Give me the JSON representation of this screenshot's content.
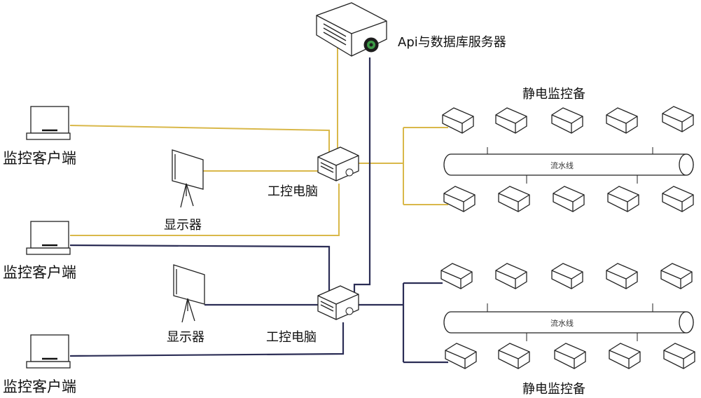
{
  "labels": {
    "server": "Api与数据库服务器",
    "monitor_devices_top": "静电监控备",
    "monitor_devices_bottom": "静电监控备",
    "ipc_top": "工控电脑",
    "ipc_bottom": "工控电脑",
    "display_top": "显示器",
    "display_bottom": "显示器",
    "client_1": "监控客户端",
    "client_2": "监控客户端",
    "client_3": "监控客户端",
    "pipeline_top": "流水线",
    "pipeline_bottom": "流水线"
  },
  "colors": {
    "yellow_link": "#d9b84a",
    "navy_link": "#2b2d55",
    "outline": "#222222"
  },
  "icons": [
    "server-icon",
    "industrial-pc-icon",
    "projector-screen-icon",
    "desktop-client-icon",
    "monitor-device-icon",
    "pipeline-icon"
  ]
}
